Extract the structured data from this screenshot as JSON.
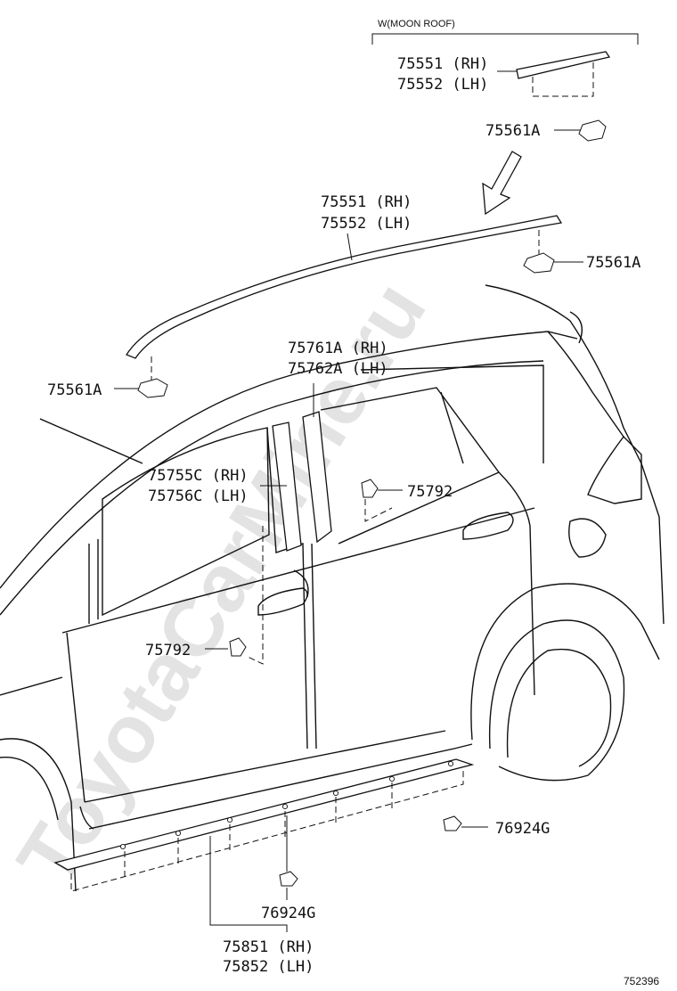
{
  "watermark": "ToyotaCarMine.ru",
  "variant_label": "W(MOON ROOF)",
  "labels": {
    "moon_roof_moulding_rh": "75551 (RH)",
    "moon_roof_moulding_lh": "75552 (LH)",
    "moon_roof_clip": "75561A",
    "roof_moulding_rh": "75551 (RH)",
    "roof_moulding_lh": "75552 (LH)",
    "roof_clip_rear": "75561A",
    "roof_clip_front": "75561A",
    "pillar_rear_rh": "75761A (RH)",
    "pillar_rear_lh": "75762A (LH)",
    "pillar_front_rh": "75755C (RH)",
    "pillar_front_lh": "75756C (LH)",
    "clip_rear_door": "75792",
    "clip_front_door": "75792",
    "rocker_clip_right": "76924G",
    "rocker_clip_bottom": "76924G",
    "rocker_moulding_rh": "75851 (RH)",
    "rocker_moulding_lh": "75852 (LH)"
  },
  "illustration_number": "752396"
}
